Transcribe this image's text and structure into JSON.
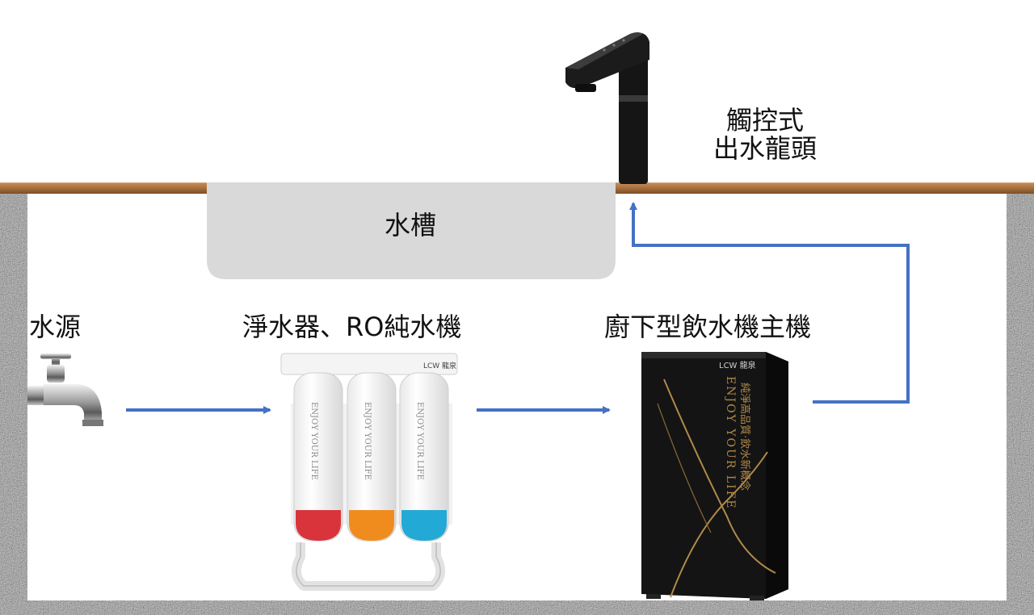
{
  "labels": {
    "water_source": "水源",
    "purifier": "淨水器、RO純水機",
    "main_unit": "廚下型飲水機主機",
    "sink": "水槽",
    "faucet_line1": "觸控式",
    "faucet_line2": "出水龍頭"
  },
  "product": {
    "brand": "LCW 龍泉",
    "filter_slogan": "ENJOY YOUR LIFE",
    "unit_slogan": "ENJOY YOUR LIFE",
    "unit_chinese_tagline": "純淨高品質‧飲水新概念"
  },
  "colors": {
    "counter": "#b07a48",
    "counter_edge": "#7a4e25",
    "sink": "#d9d9d9",
    "arrow": "#4472c4",
    "granite": "#8c8c8c",
    "filter_red": "#d9343b",
    "filter_orange": "#f08c1e",
    "filter_cyan": "#22a9d6",
    "unit_body": "#141414",
    "unit_gold": "#b08a4a"
  },
  "icons": {
    "water_source": "water-tap-icon",
    "faucet": "touch-faucet-icon"
  }
}
